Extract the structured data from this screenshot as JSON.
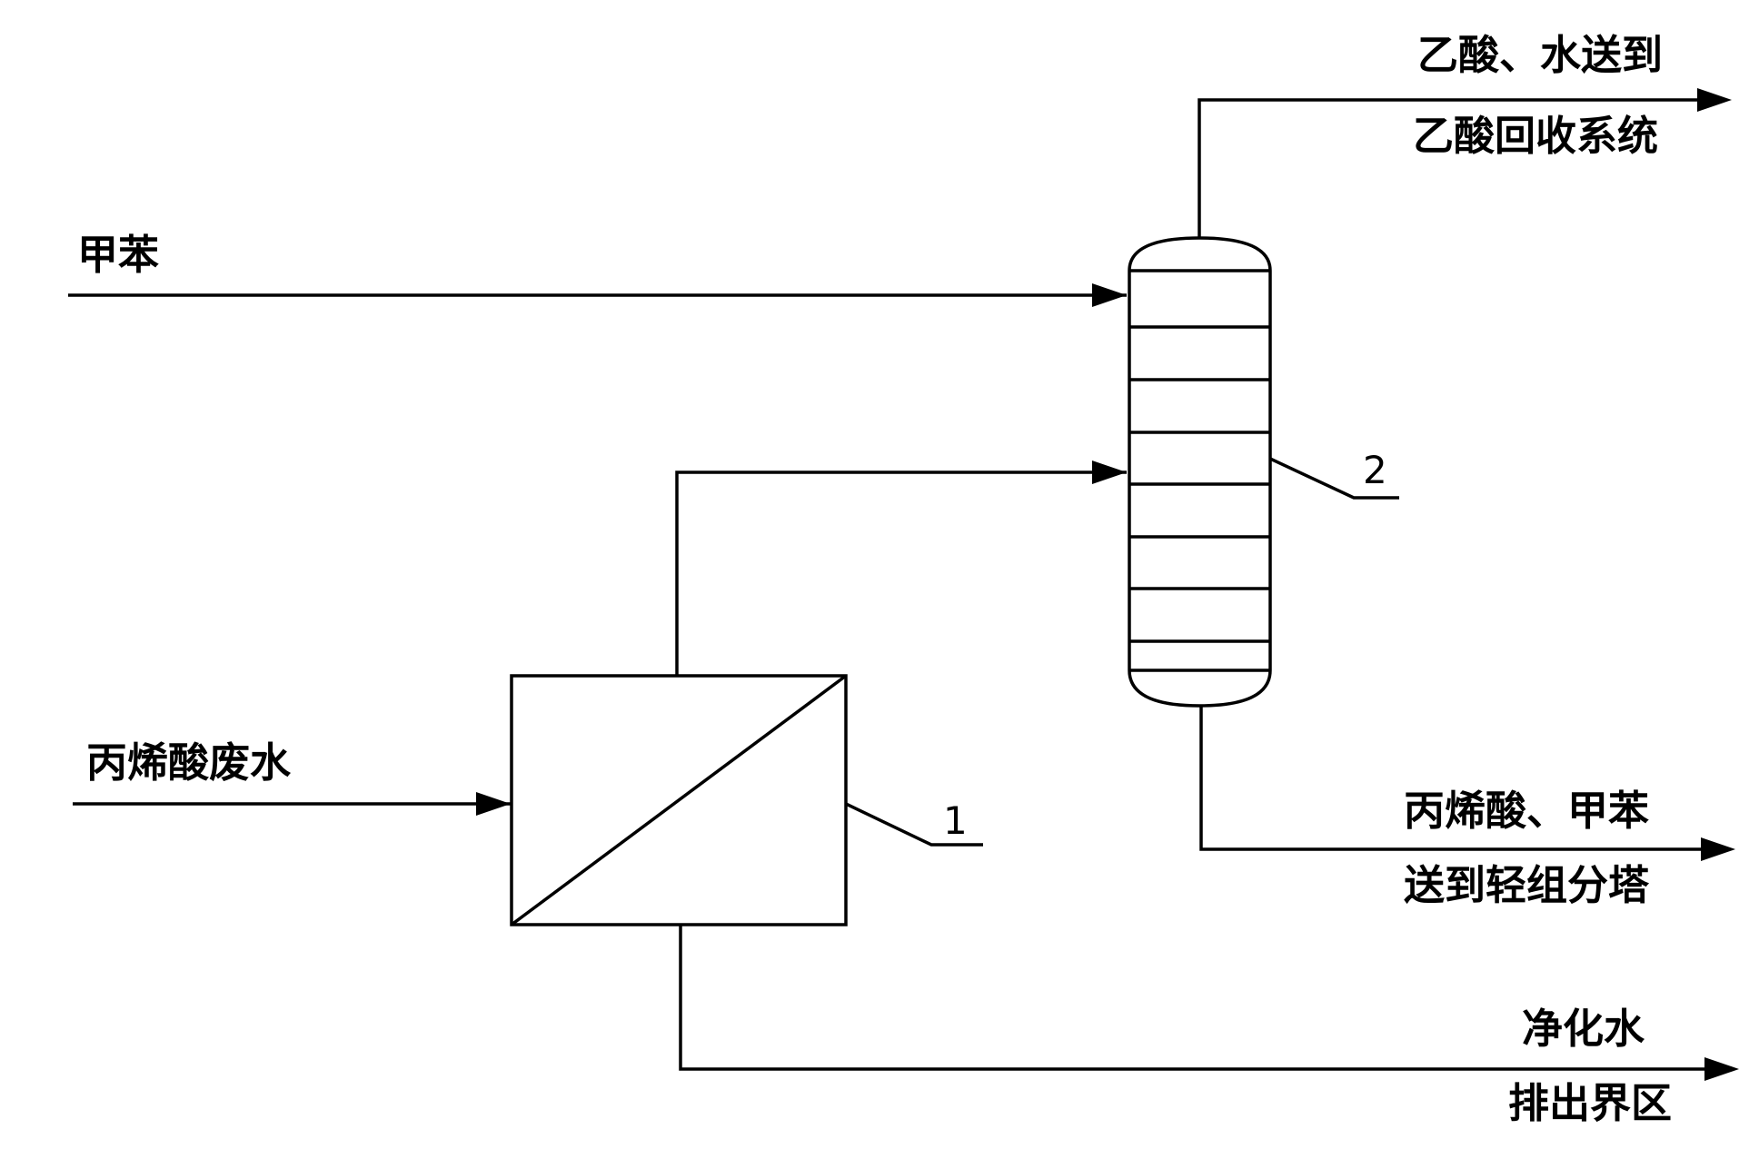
{
  "colors": {
    "line": "#000000",
    "background": "#ffffff"
  },
  "labels": {
    "toluene_in": "甲苯",
    "acrylic_wastewater_in": "丙烯酸废水",
    "top_product_line1": "乙酸、水送到",
    "top_product_line2": "乙酸回收系统",
    "bottom_product_line1": "丙烯酸、甲苯",
    "bottom_product_line2": "送到轻组分塔",
    "purified_water_line1": "净化水",
    "purified_water_line2": "排出界区"
  },
  "equipment": {
    "unit_1_label": "1",
    "unit_2_label": "2"
  }
}
